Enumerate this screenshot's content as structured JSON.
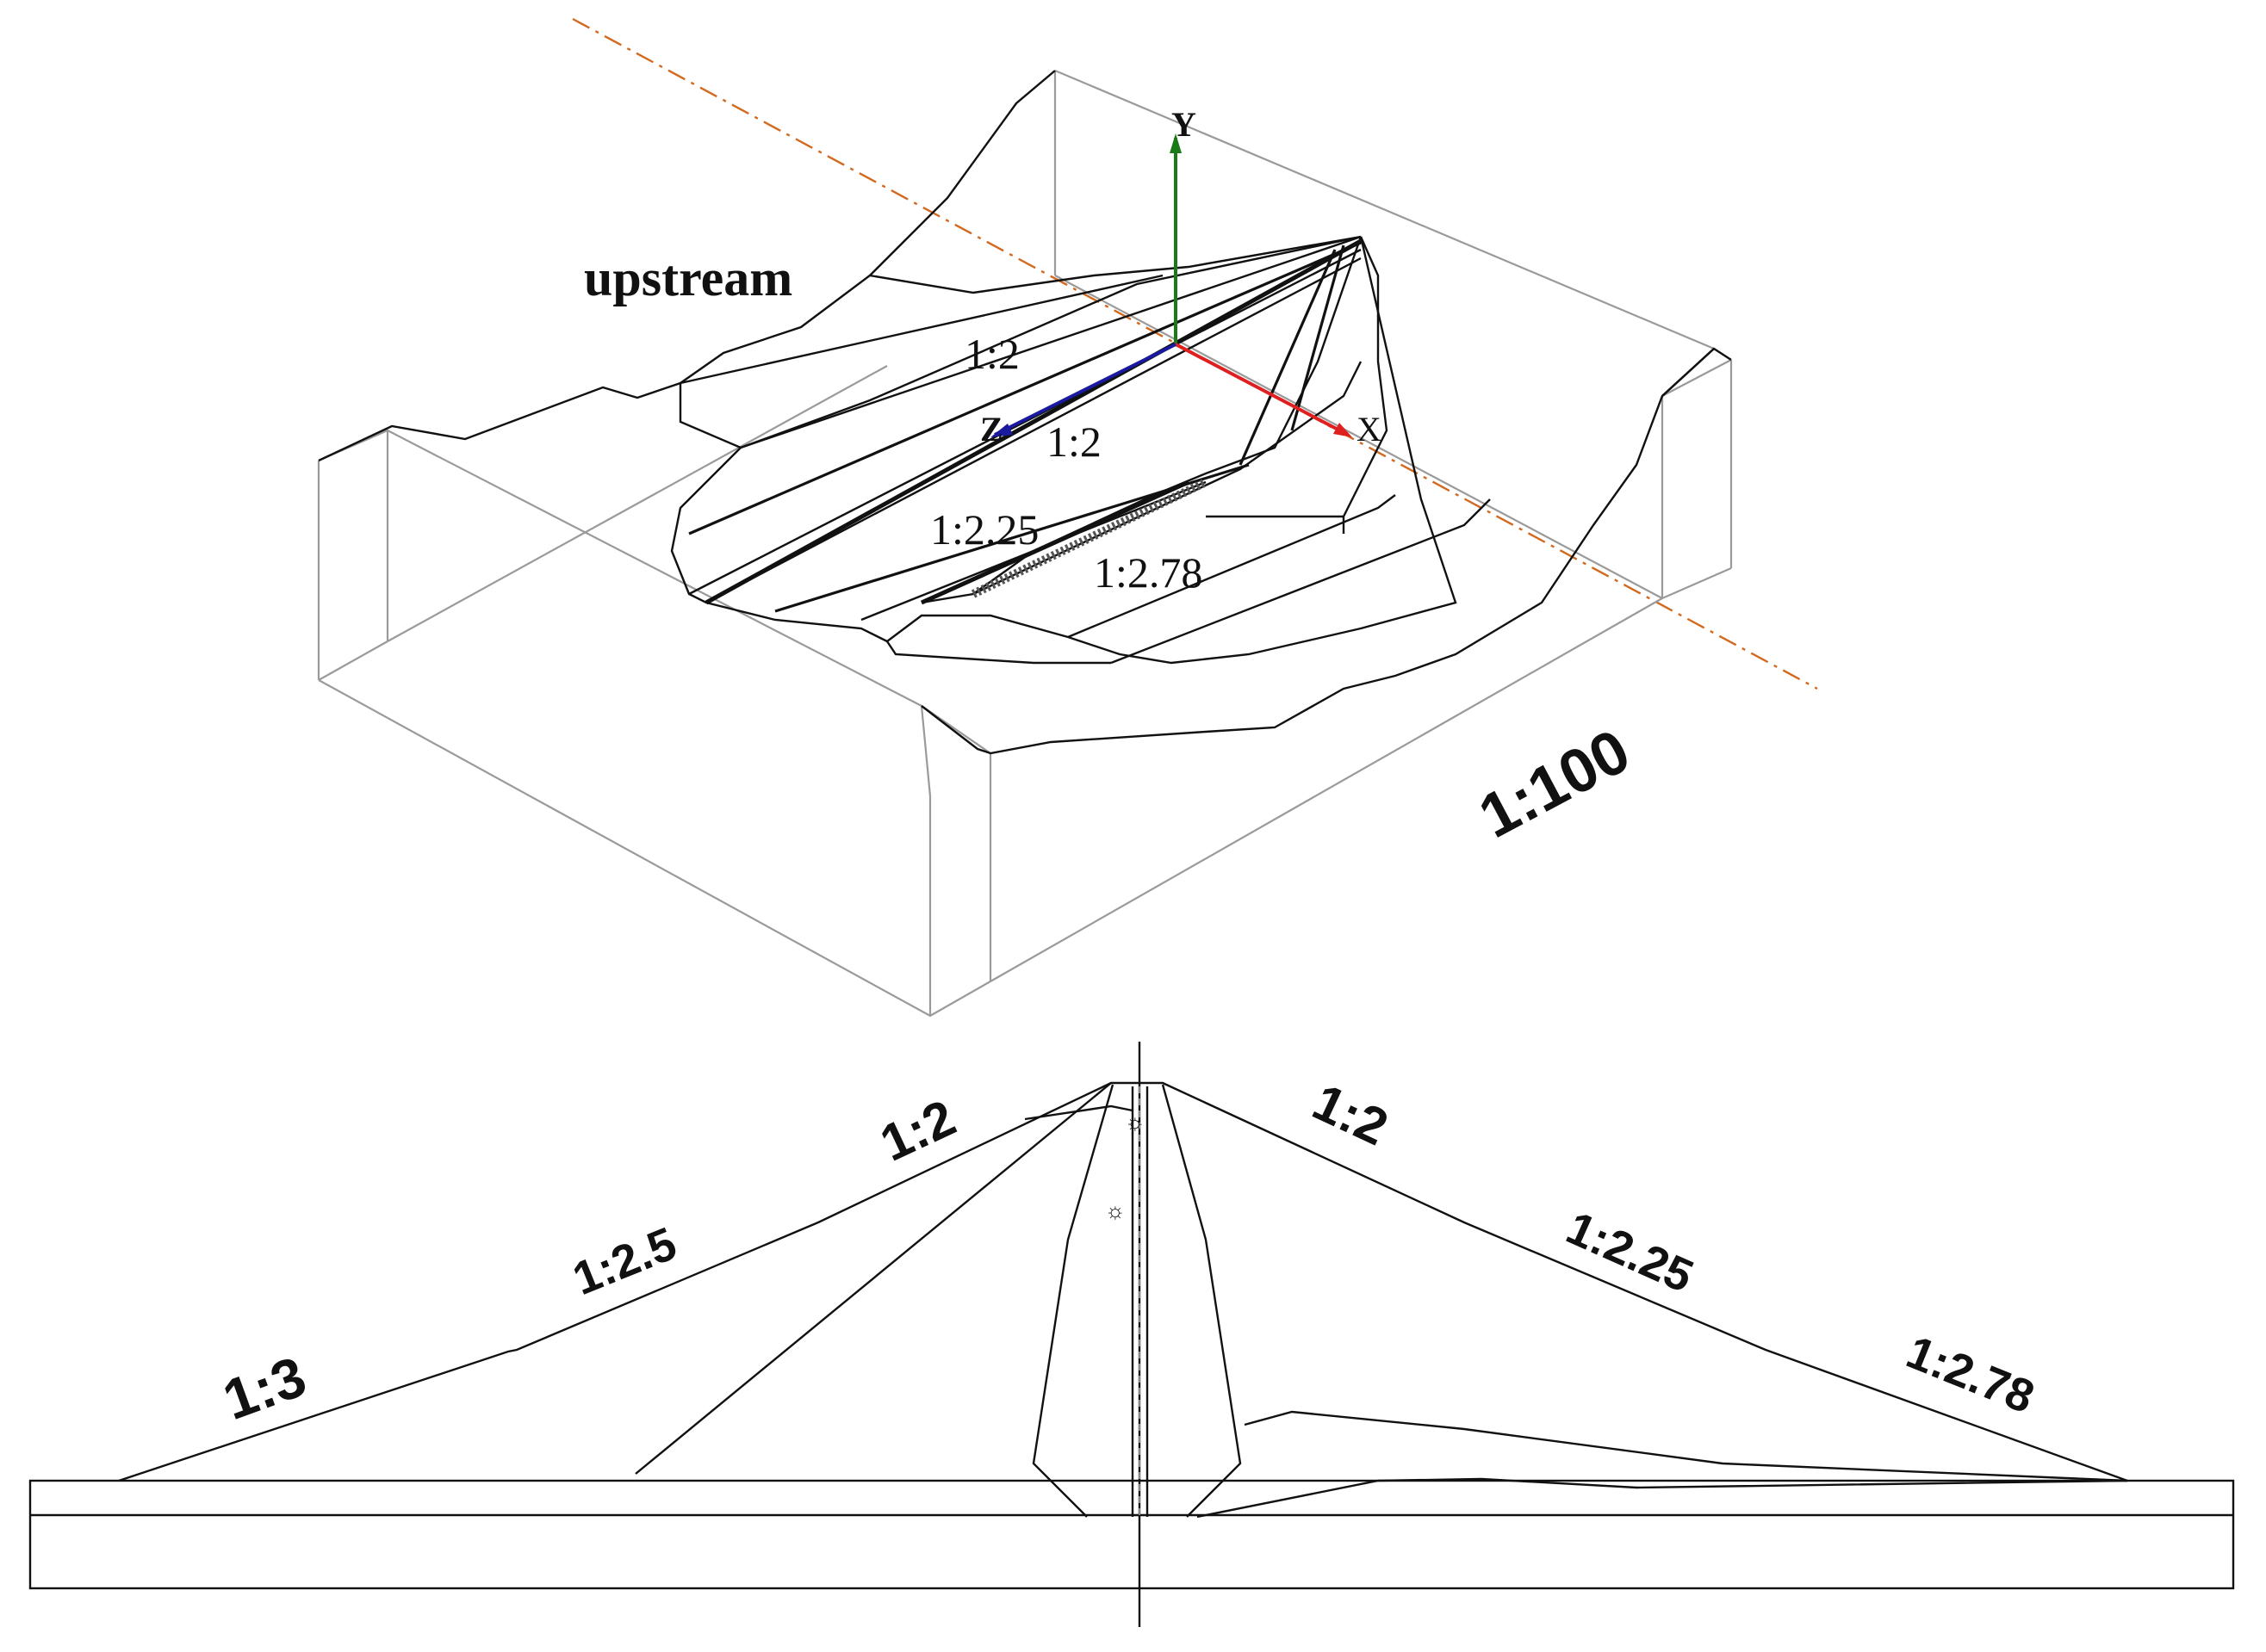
{
  "view3d": {
    "upstream_label": "upstream",
    "scale_label": "1:100",
    "slopes": [
      "1:2",
      "1:2",
      "1:2.25",
      "1:2.78"
    ],
    "axes": {
      "x": "X",
      "y": "Y",
      "z": "Z"
    },
    "colors": {
      "x_axis": "#e02020",
      "y_axis": "#1a7a1a",
      "z_axis": "#1a1aa0",
      "center_line": "#d2691e"
    }
  },
  "section": {
    "left_slopes": [
      "1:3",
      "1:2.5",
      "1:2"
    ],
    "right_slopes": [
      "1:2",
      "1:2.25",
      "1:2.78"
    ]
  }
}
